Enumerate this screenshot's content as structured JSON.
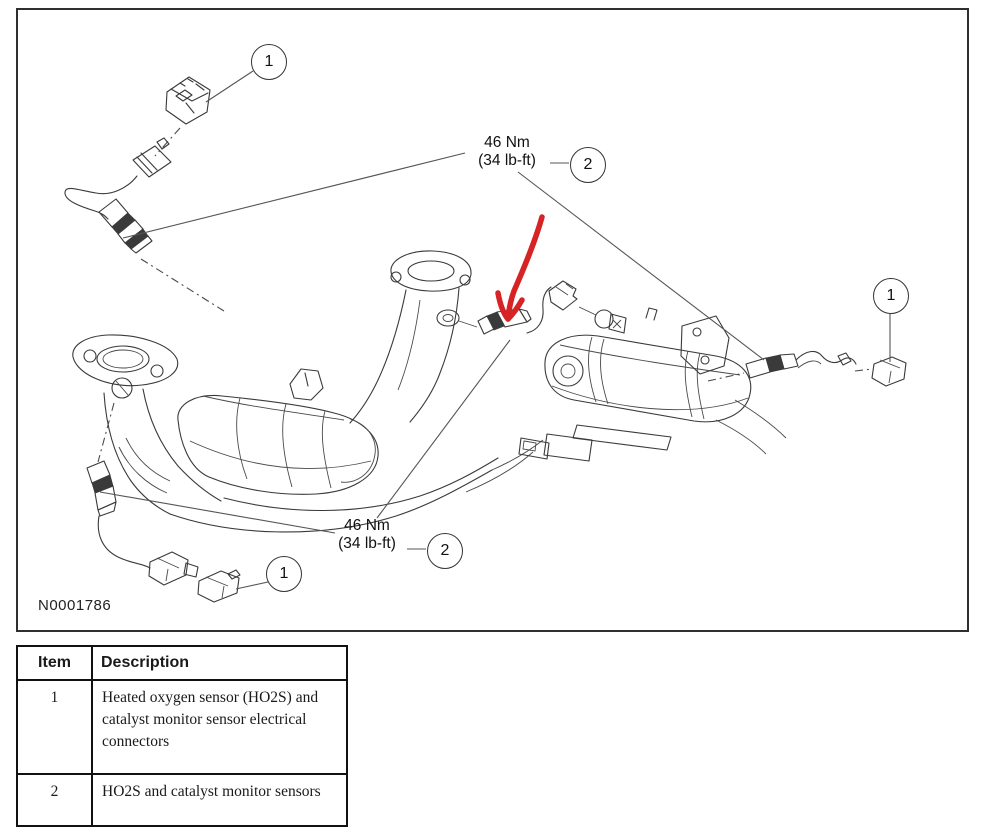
{
  "figure": {
    "number": "N0001786",
    "torque_top": {
      "line1": "46 Nm",
      "line2": "(34 lb-ft)"
    },
    "torque_bottom": {
      "line1": "46 Nm",
      "line2": "(34 lb-ft)"
    },
    "callouts": {
      "c1_top_left": "1",
      "c2_top": "2",
      "c1_right": "1",
      "c2_bottom": "2",
      "c1_bottom_left": "1"
    },
    "colors": {
      "line": "#3a3a3a",
      "annotation_arrow": "#d62323",
      "border": "#2f2f2f"
    }
  },
  "table": {
    "headers": {
      "item": "Item",
      "description": "Description"
    },
    "rows": [
      {
        "item": "1",
        "description": "Heated oxygen sensor (HO2S) and catalyst monitor sensor electrical connectors"
      },
      {
        "item": "2",
        "description": "HO2S and catalyst monitor sensors"
      }
    ]
  }
}
